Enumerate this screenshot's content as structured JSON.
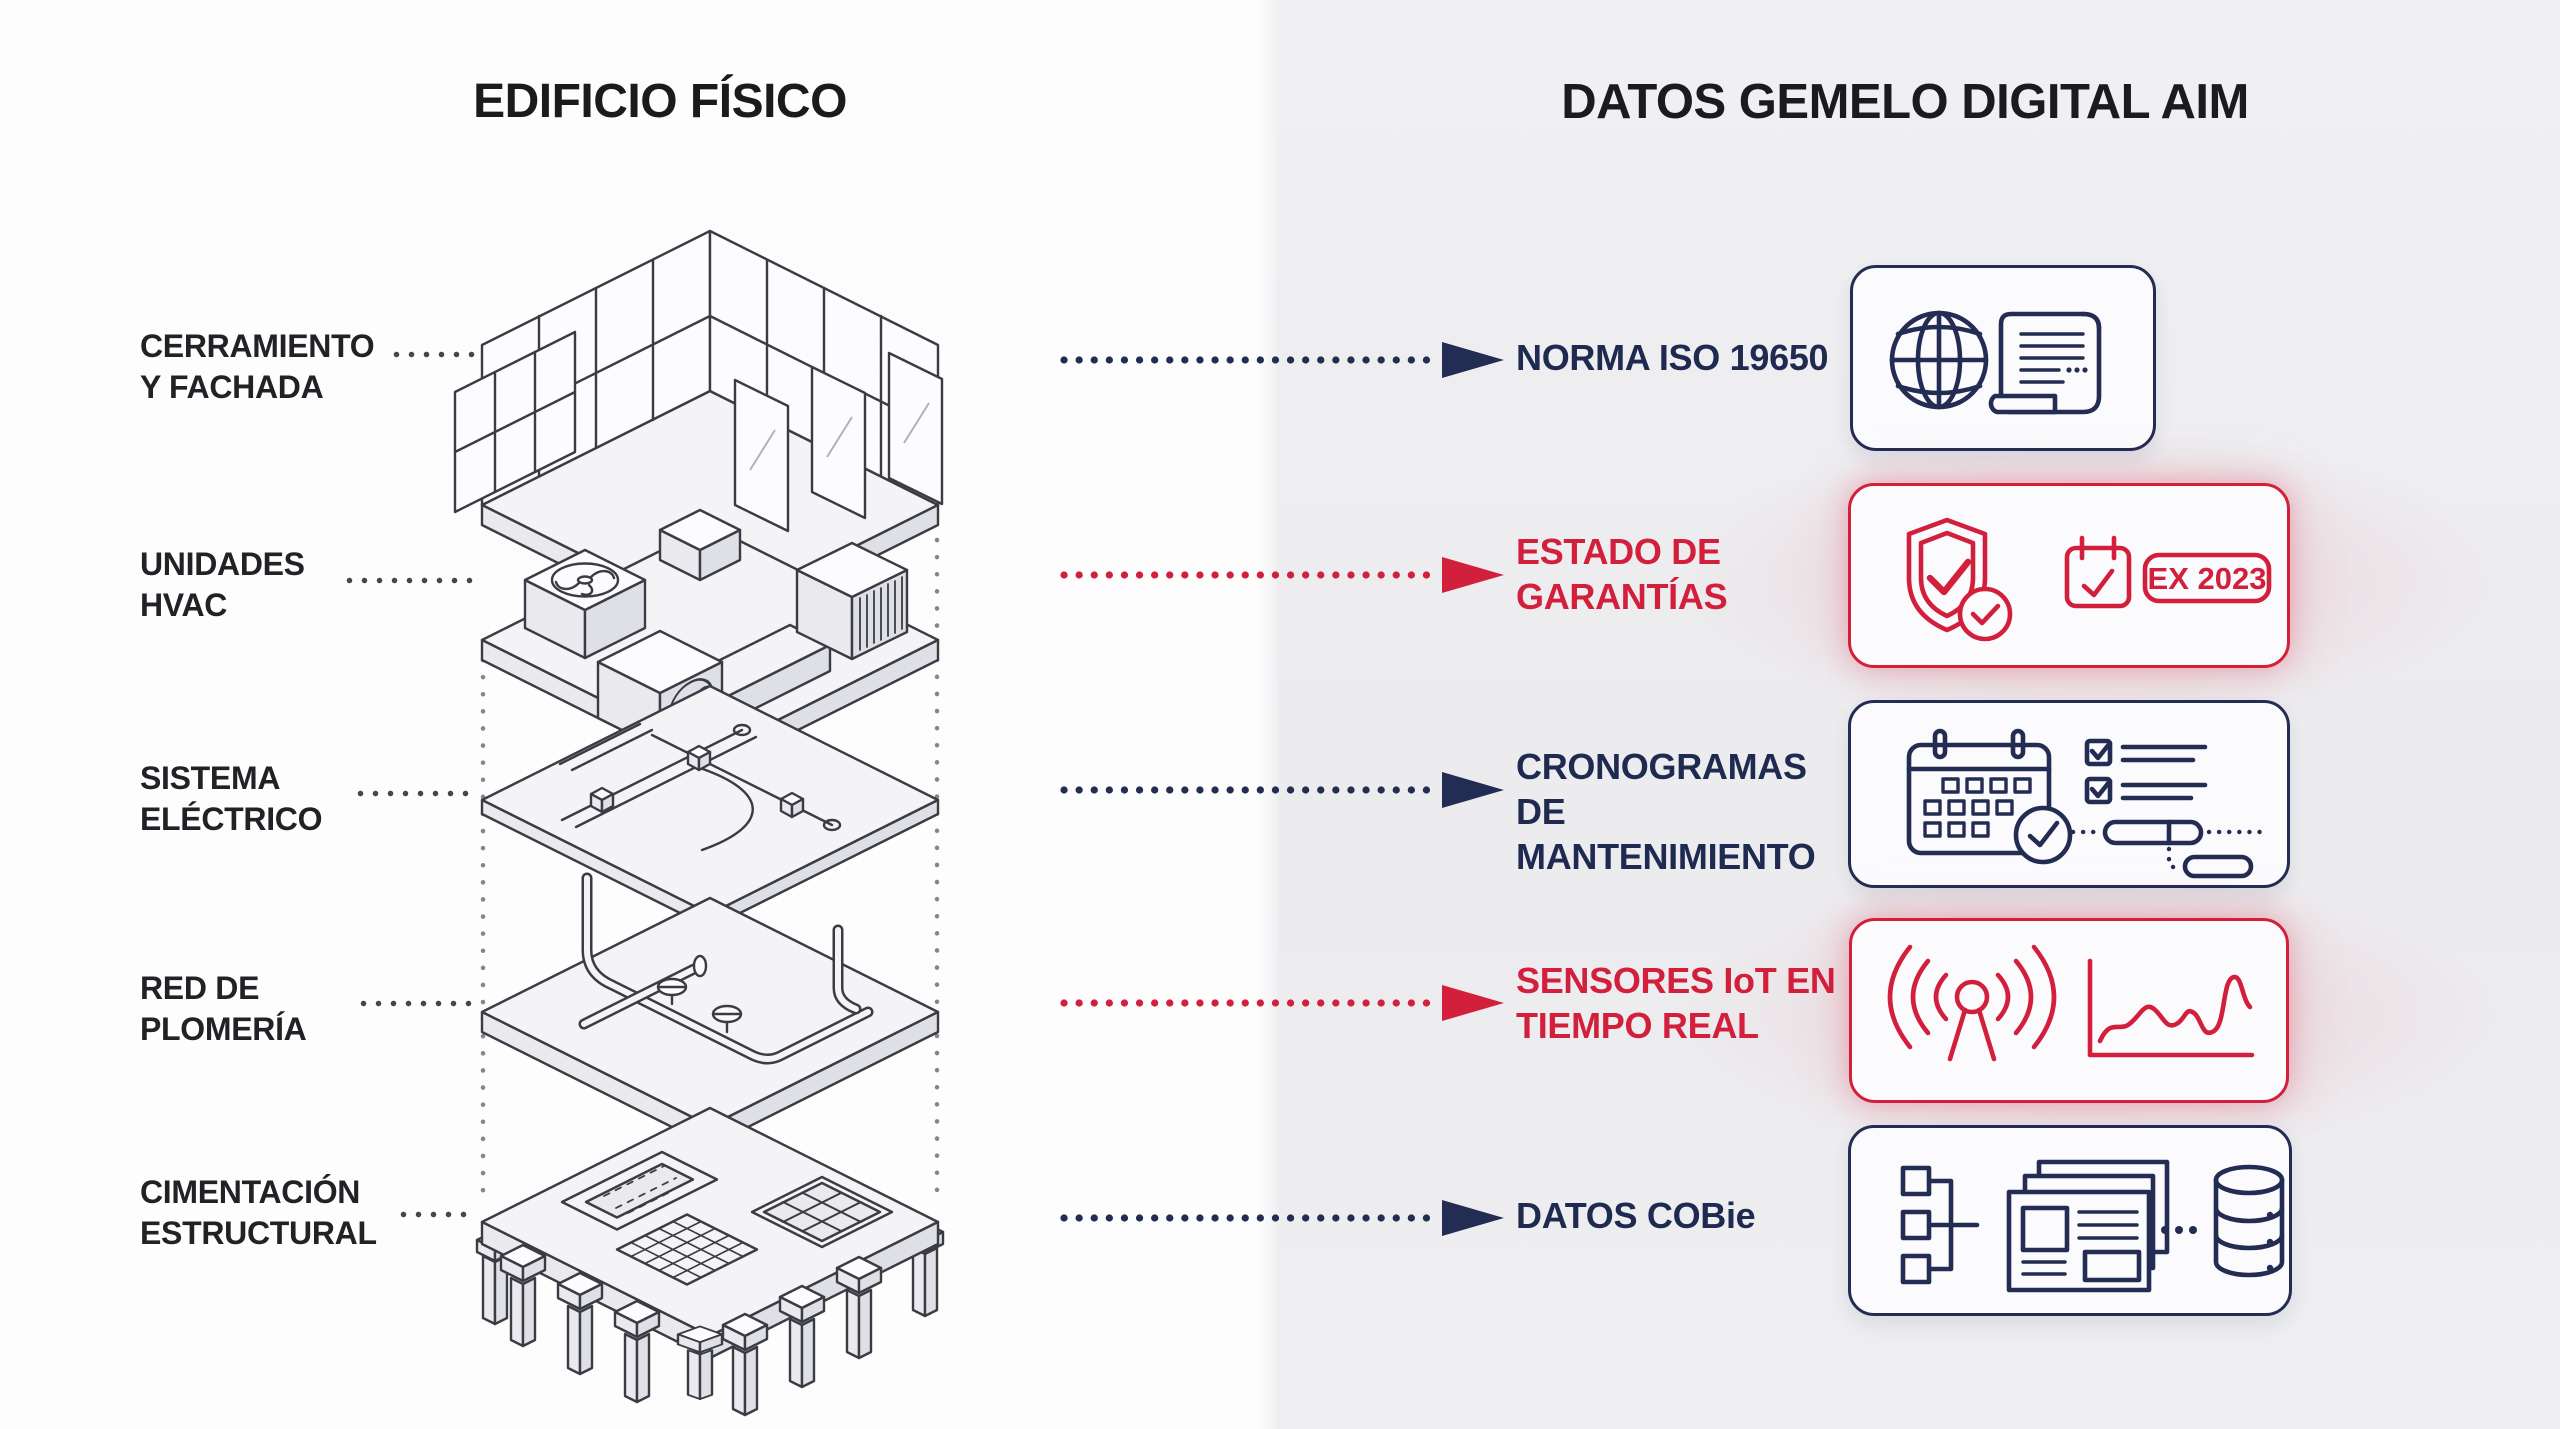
{
  "palette": {
    "navy": "#232c52",
    "red": "#d2203c",
    "ink": "#1b1b1e",
    "line": "#3b3b44",
    "bg_right": "#eeeef1"
  },
  "left_panel": {
    "title": "EDIFICIO FÍSICO",
    "layer_labels": [
      {
        "line1": "CERRAMIENTO",
        "line2": "Y FACHADA"
      },
      {
        "line1": "UNIDADES",
        "line2": "HVAC"
      },
      {
        "line1": "SISTEMA",
        "line2": "ELÉCTRICO"
      },
      {
        "line1": "RED DE",
        "line2": "PLOMERÍA"
      },
      {
        "line1": "CIMENTACIÓN",
        "line2": "ESTRUCTURAL"
      }
    ]
  },
  "right_panel": {
    "title": "DATOS GEMELO DIGITAL AIM",
    "items": [
      {
        "line1": "NORMA ISO 19650",
        "line2": "",
        "accent": "navy",
        "icons": [
          "globe",
          "scroll-document"
        ]
      },
      {
        "line1": "ESTADO DE",
        "line2": "GARANTÍAS",
        "accent": "red",
        "icons": [
          "shield-check",
          "circle-check",
          "calendar-check"
        ],
        "badge": "EX 2023"
      },
      {
        "line1": "CRONOGRAMAS DE",
        "line2": "MANTENIMIENTO",
        "accent": "navy",
        "icons": [
          "calendar-grid-check",
          "checklist",
          "gantt-bars"
        ]
      },
      {
        "line1": "SENSORES IoT EN",
        "line2": "TIEMPO REAL",
        "accent": "red",
        "icons": [
          "radio-antenna",
          "line-chart"
        ]
      },
      {
        "line1": "DATOS COBie",
        "line2": "",
        "accent": "navy",
        "icons": [
          "flowchart",
          "document-stack",
          "database"
        ]
      }
    ]
  }
}
